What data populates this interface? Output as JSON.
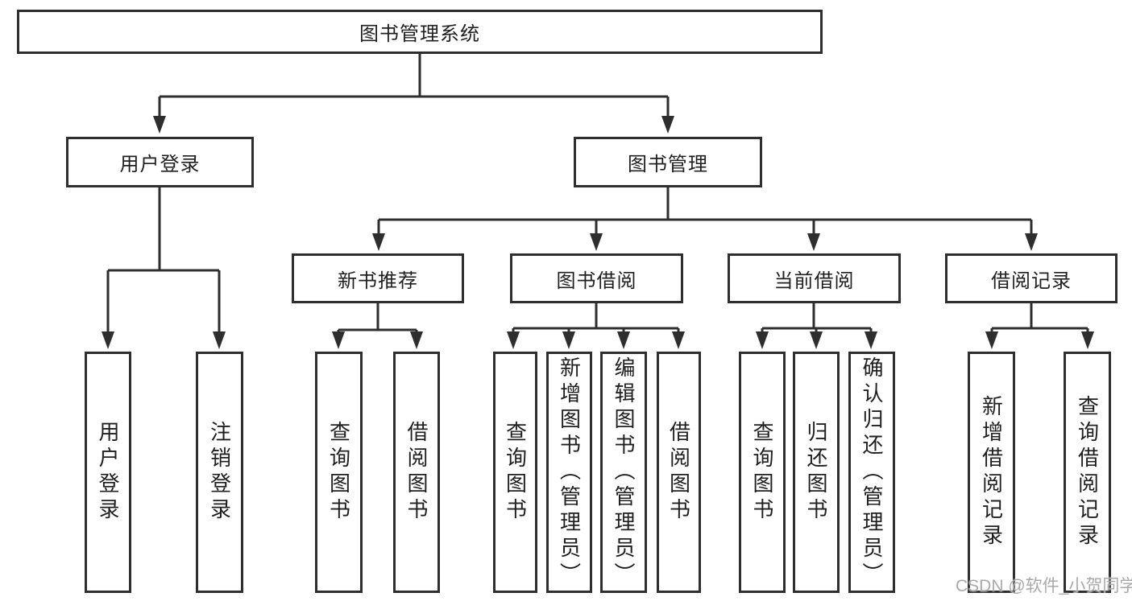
{
  "colors": {
    "line": "#2e2e2e",
    "text": "#1f1f1f",
    "watermark": "#a9a9a9",
    "background": "#ffffff"
  },
  "watermark": {
    "text": "CSDN @软件_小贺同学"
  },
  "tree": {
    "root": {
      "label": "图书管理系统"
    },
    "branches": [
      {
        "label": "用户登录",
        "children": [
          {
            "label": "用户登录"
          },
          {
            "label": "注销登录"
          }
        ]
      },
      {
        "label": "图书管理",
        "children": [
          {
            "label": "新书推荐",
            "children": [
              {
                "label": "查询图书"
              },
              {
                "label": "借阅图书"
              }
            ]
          },
          {
            "label": "图书借阅",
            "children": [
              {
                "label": "查询图书"
              },
              {
                "label": "新增图书（管理员）"
              },
              {
                "label": "编辑图书（管理员）"
              },
              {
                "label": "借阅图书"
              }
            ]
          },
          {
            "label": "当前借阅",
            "children": [
              {
                "label": "查询图书"
              },
              {
                "label": "归还图书"
              },
              {
                "label": "确认归还（管理员）"
              }
            ]
          },
          {
            "label": "借阅记录",
            "children": [
              {
                "label": "新增借阅记录"
              },
              {
                "label": "查询借阅记录"
              }
            ]
          }
        ]
      }
    ]
  }
}
